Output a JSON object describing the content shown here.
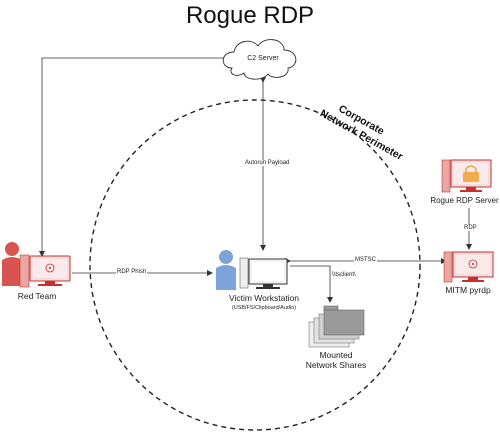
{
  "title": "Rogue RDP",
  "perimeter_label": {
    "line1": "Corporate",
    "line2": "Network Perimeter"
  },
  "nodes": {
    "c2_server": "C2 Server",
    "red_team": "Red Team",
    "victim": "Victim Workstation",
    "victim_sub": "(USB/FS/Clipboard/Audio)",
    "mounted_line1": "Mounted",
    "mounted_line2": "Network Shares",
    "rogue_rdp_server": "Rogue RDP Server",
    "mitm": "MITM pyrdp"
  },
  "edges": {
    "autorun": "Autorun Payload",
    "rdp_phish": "RDP Phish",
    "mstsc": "MSTSC",
    "tsclient": "\\\\tsclient\\",
    "rdp": "RDP"
  },
  "colors": {
    "red": "#d9534f",
    "red_light": "#f2dede",
    "yellow": "#f0ad4e",
    "blue": "#7ea3d8",
    "gray": "#8a8a8a",
    "line": "#333333"
  }
}
